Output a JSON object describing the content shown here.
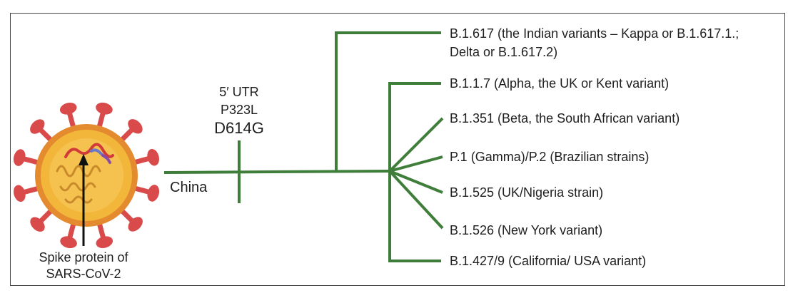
{
  "diagram": {
    "origin_label": "China",
    "mutations": [
      "5′ UTR",
      "P323L",
      "D614G"
    ],
    "virus_caption": [
      "Spike protein of",
      "SARS-CoV-2"
    ],
    "variants": [
      {
        "line1": "B.1.617 (the Indian variants –  Kappa or B.1.617.1.;",
        "line2": "Delta or B.1.617.2)"
      },
      {
        "line1": "B.1.1.7   (Alpha, the UK or Kent variant)"
      },
      {
        "line1": "B.1.351  (Beta, the South African variant)"
      },
      {
        "line1": "P.1 (Gamma)/P.2   (Brazilian strains)"
      },
      {
        "line1": "B.1.525 (UK/Nigeria strain)"
      },
      {
        "line1": "B.1.526   (New York variant)"
      },
      {
        "line1": "B.1.427/9 (California/ USA variant)"
      }
    ],
    "colors": {
      "branch": "#3e7d3a",
      "virus_body": "#f2b63a",
      "virus_ring": "#e48a2f",
      "spike": "#d94b4b",
      "rna": "#d8a443",
      "arrow": "#111111"
    }
  }
}
